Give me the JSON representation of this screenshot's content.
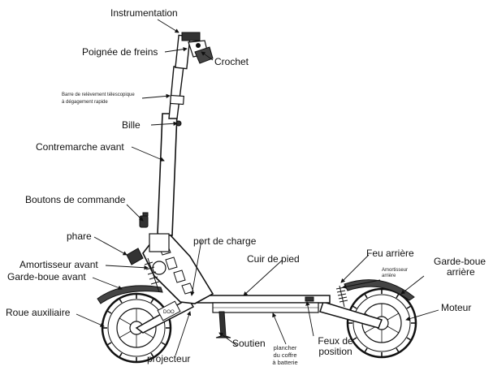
{
  "labels": {
    "instrumentation": "Instrumentation",
    "poignee_freins": "Poignée de freins",
    "crochet": "Crochet",
    "barre_line1": "Barre de relèvement télescopique",
    "barre_line2": "à dégagement rapide",
    "bille": "Bille",
    "contremarche": "Contremarche avant",
    "boutons": "Boutons de commande",
    "phare": "phare",
    "amortisseur_avant": "Amortisseur avant",
    "garde_boue_avant": "Garde-boue avant",
    "roue_aux": "Roue auxiliaire",
    "projecteur": "projecteur",
    "soutien": "Soutien",
    "port_charge": "port de charge",
    "cuir_pied": "Cuir de pied",
    "plancher_1": "plancher",
    "plancher_2": "du coffre",
    "plancher_3": "à batterie",
    "feux_1": "Feux de",
    "feux_2": "position",
    "feu_arriere": "Feu arrière",
    "amort_arr_1": "Amortisseur",
    "amort_arr_2": "arrière",
    "garde_arr_1": "Garde-boue",
    "garde_arr_2": "arrière",
    "moteur": "Moteur"
  }
}
